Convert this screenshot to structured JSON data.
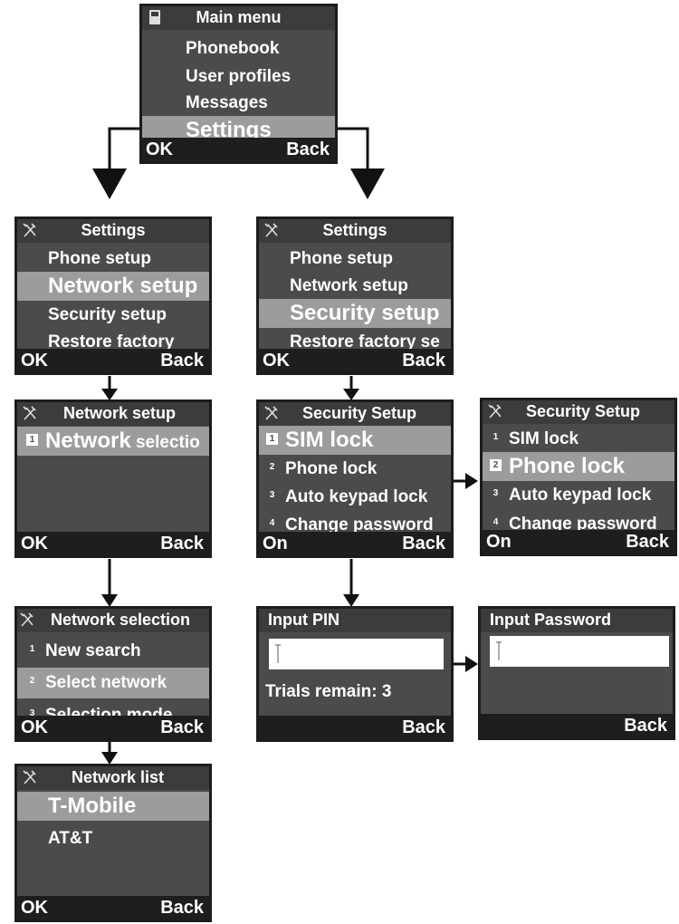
{
  "main_menu": {
    "title": "Main menu",
    "items": [
      "Phonebook",
      "User profiles",
      "Messages",
      "Settings"
    ],
    "softkeys": {
      "left": "OK",
      "right": "Back"
    }
  },
  "settings_network": {
    "title": "Settings",
    "items": [
      "Phone setup",
      "Network setup",
      "Security setup",
      "Restore factory"
    ],
    "softkeys": {
      "left": "OK",
      "right": "Back"
    }
  },
  "settings_security": {
    "title": "Settings",
    "items": [
      "Phone setup",
      "Network setup",
      "Security setup",
      "Restore factory se"
    ],
    "softkeys": {
      "left": "OK",
      "right": "Back"
    }
  },
  "network_setup": {
    "title": "Network setup",
    "items": [
      {
        "num": "1",
        "label": "Network",
        "rest": " selectio"
      }
    ],
    "softkeys": {
      "left": "OK",
      "right": "Back"
    }
  },
  "security_setup_sim": {
    "title": "Security Setup",
    "items": [
      {
        "num": "1",
        "label": "SIM lock"
      },
      {
        "num": "2",
        "label": "Phone lock"
      },
      {
        "num": "3",
        "label": "Auto keypad lock"
      },
      {
        "num": "4",
        "label": "Change password"
      }
    ],
    "softkeys": {
      "left": "On",
      "right": "Back"
    }
  },
  "security_setup_phone": {
    "title": "Security Setup",
    "items": [
      {
        "num": "1",
        "label": "SIM lock"
      },
      {
        "num": "2",
        "label": "Phone lock"
      },
      {
        "num": "3",
        "label": "Auto keypad lock"
      },
      {
        "num": "4",
        "label": "Change password"
      }
    ],
    "softkeys": {
      "left": "On",
      "right": "Back"
    }
  },
  "network_selection": {
    "title": "Network selection",
    "items": [
      {
        "num": "1",
        "label": "New search"
      },
      {
        "num": "2",
        "label": "Select network"
      },
      {
        "num": "3",
        "label": "Selection mode"
      }
    ],
    "softkeys": {
      "left": "OK",
      "right": "Back"
    }
  },
  "input_pin": {
    "title": "Input PIN",
    "trials_text": "Trials remain: 3",
    "softkeys": {
      "right": "Back"
    }
  },
  "input_password": {
    "title": "Input Password",
    "softkeys": {
      "right": "Back"
    }
  },
  "network_list": {
    "title": "Network list",
    "items": [
      "T-Mobile",
      "AT&T"
    ],
    "softkeys": {
      "left": "OK",
      "right": "Back"
    }
  },
  "colors": {
    "screen": "#4b4b4b",
    "highlight": "#9c9c9c",
    "softbar": "#1e1e1e",
    "arrow": "#111111"
  }
}
